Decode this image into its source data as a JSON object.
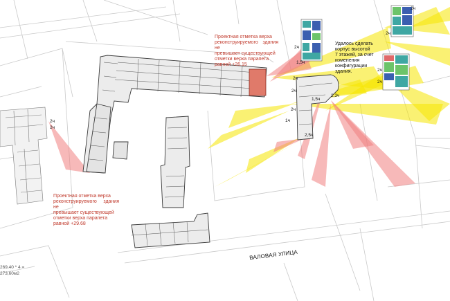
{
  "annotations": {
    "note_east": "Проектная отметка верха\nреконструируемого здания не\nпревышает существующей\nотметки верха парапета\nравной +26.15",
    "note_west": "Проектная отметка верха\nреконструируемого здания не\nпревышает существующей\nотметки верха парапета\nравной +29.68",
    "note_right": "Удалось сделать\nкорпус высотой\n7 этажей, за счет\nизменения\nконфигурации\nздания."
  },
  "street_name": "ВАЛОВАЯ УЛИЦА",
  "hour_labels": [
    "2ч",
    "2ч",
    "1,5ч",
    "2ч",
    "2ч",
    "2ч",
    "1,5ч",
    "2,3ч",
    "1ч",
    "2,5ч",
    "2ч",
    "2ч",
    "2ч",
    "2ч",
    "2ч"
  ],
  "edge_text": {
    "line1": "269,40 * 4 =",
    "line2": "273,60м2"
  },
  "colors": {
    "sun_yellow": "#f5e600",
    "shadow_red": "#f08080",
    "building_outline": "#3a3a3a",
    "accent_block": "#e07a6a",
    "plan_teal": "#3fa7a3",
    "plan_green": "#6cc46a",
    "plan_blue": "#3b5fb0"
  }
}
